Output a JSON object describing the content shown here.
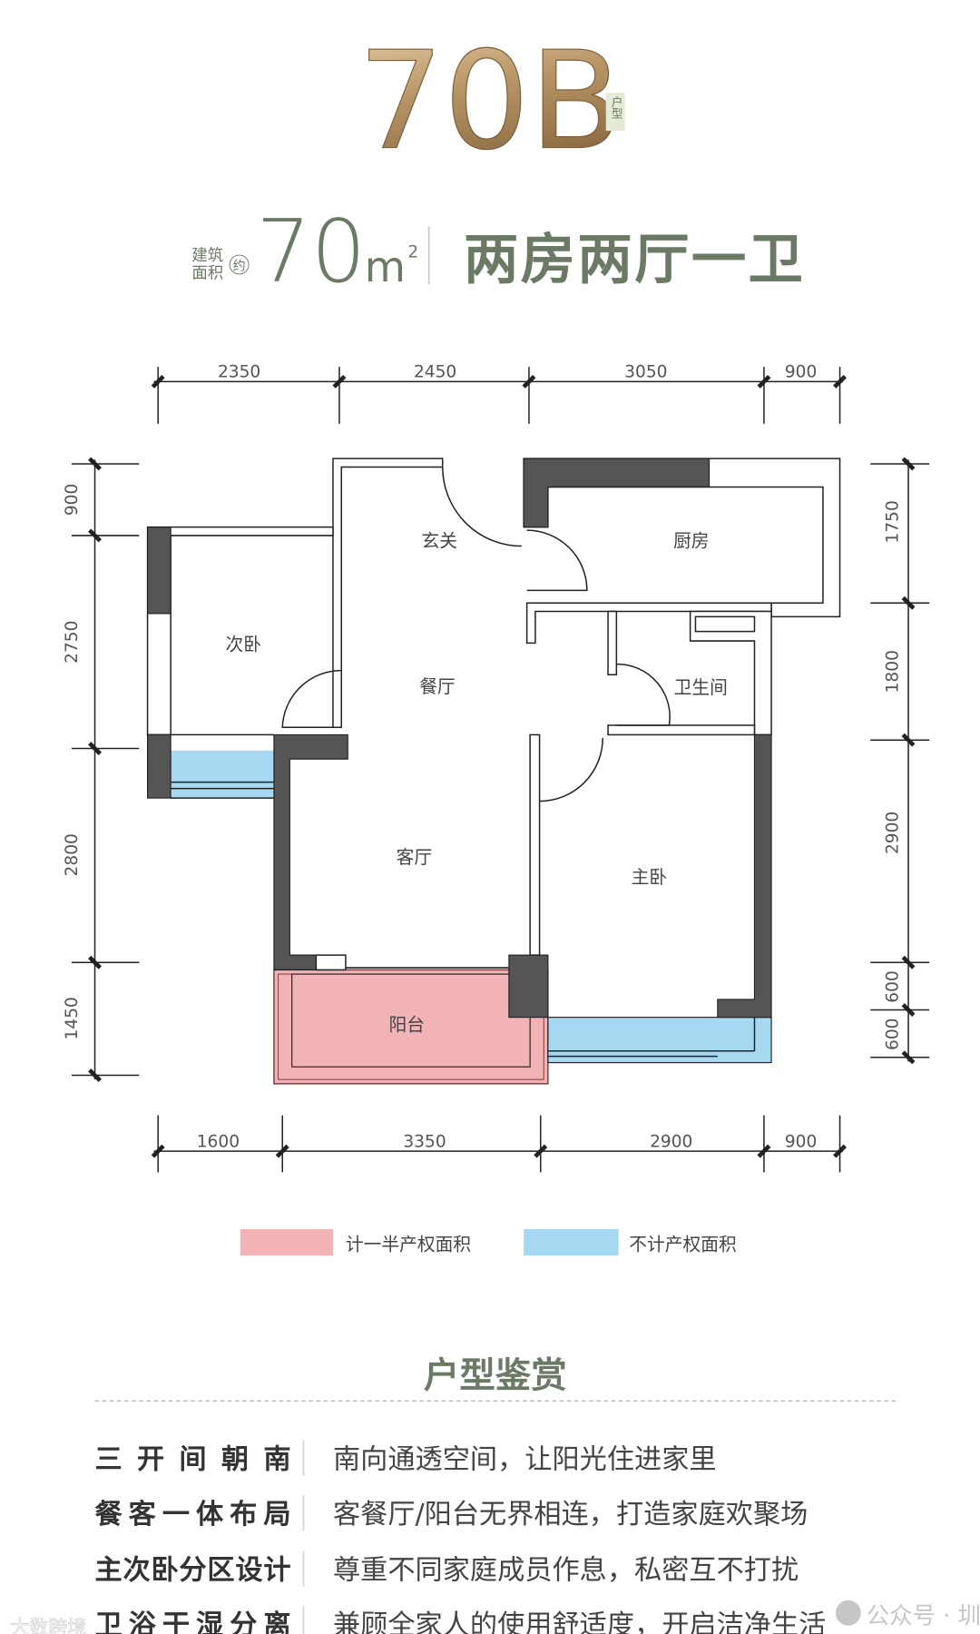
{
  "header": {
    "unit_code": "70B",
    "unit_type_tag": "户型",
    "area_label_line1": "建筑",
    "area_label_line2": "面积",
    "approx": "约",
    "area_value": "70",
    "area_unit": "m",
    "area_unit_sup": "2",
    "layout_desc": "两房两厅一卫"
  },
  "floorplan": {
    "top_dims": [
      "2350",
      "2450",
      "3050",
      "900"
    ],
    "bottom_dims": [
      "1600",
      "3350",
      "2900",
      "900"
    ],
    "left_dims": [
      "900",
      "2750",
      "2800",
      "1450"
    ],
    "right_dims": [
      "1750",
      "1800",
      "2900",
      "600",
      "600"
    ],
    "rooms": {
      "entry": "玄关",
      "kitchen": "厨房",
      "second_bedroom": "次卧",
      "dining": "餐厅",
      "bathroom": "卫生间",
      "living": "客厅",
      "master_bedroom": "主卧",
      "balcony": "阳台"
    }
  },
  "legend": [
    {
      "label": "计一半产权面积",
      "color": "#f2b3b6"
    },
    {
      "label": "不计产权面积",
      "color": "#a6d8f2"
    }
  ],
  "features": {
    "title": "户型鉴赏",
    "rows": [
      {
        "label": "三 开 间 朝 南",
        "desc": "南向通透空间，让阳光住进家里"
      },
      {
        "label": "餐 客 一 体 布 局",
        "desc": "客餐厅/阳台无界相连，打造家庭欢聚场"
      },
      {
        "label": "主次卧分区设计",
        "desc": "尊重不同家庭成员作息，私密互不打扰"
      },
      {
        "label": "卫 浴 干 湿 分 离",
        "desc": "兼顾全家人的使用舒适度，开启洁净生活"
      }
    ]
  },
  "watermarks": {
    "right": "公众号 · 圳安居",
    "left": "大数跨境"
  },
  "colors": {
    "gold": "#b79466",
    "green_text": "#6b7a64",
    "wall_dark": "#555555",
    "half_area": "#f2b3b6",
    "excluded_area": "#a6d8f2"
  }
}
